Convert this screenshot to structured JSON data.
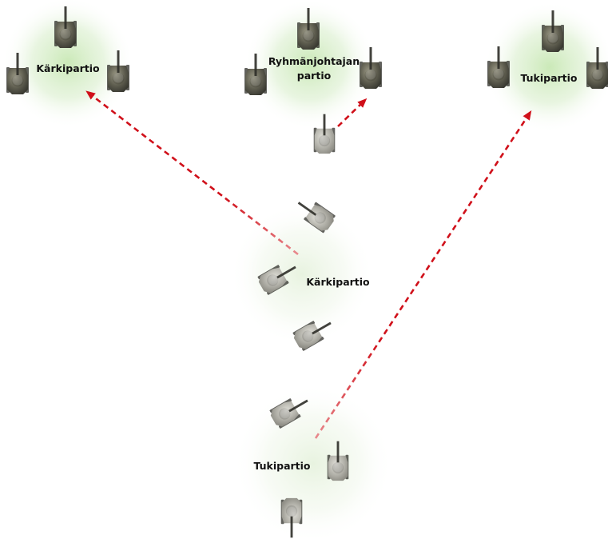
{
  "labels": {
    "target_left": "Kärkipartio",
    "target_center_line1": "Ryhmänjohtajan",
    "target_center_line2": "partio",
    "target_right": "Tukipartio",
    "start_middle": "Kärkipartio",
    "start_bottom": "Tukipartio"
  },
  "colors": {
    "arrow": "#d0101a",
    "glow": "#c8e8b4",
    "tank_dark": "#4d4d42",
    "tank_faded": "#a3a39b"
  }
}
